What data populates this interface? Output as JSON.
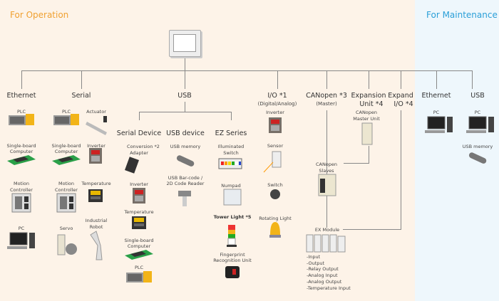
{
  "sections": {
    "operation": "For Operation",
    "maintenance": "For Maintenance",
    "operation_color": "#f0a030",
    "maintenance_color": "#2a9fd8"
  },
  "categories": {
    "ethernet": "Ethernet",
    "serial": "Serial",
    "usb": "USB",
    "io": "I/O *1",
    "io_sub": "(Digital/Analog)",
    "canopen": "CANopen *3",
    "canopen_sub": "(Master)",
    "expansion": "Expansion",
    "expansion_sub": "Unit *4",
    "expand_io": "Expand",
    "expand_io_sub": "I/O *4",
    "m_ethernet": "Ethernet",
    "m_usb": "USB"
  },
  "usb_sub": {
    "serial_device": "Serial Device",
    "usb_device": "USB device",
    "ez_series": "EZ Series"
  },
  "devices": {
    "eth_plc": "PLC",
    "eth_sbc1": "Single-board",
    "eth_sbc2": "Computer",
    "eth_mc1": "Motion",
    "eth_mc2": "Controller",
    "eth_pc": "PC",
    "ser_plc": "PLC",
    "ser_act": "Actuator",
    "ser_sbc1": "Single-board",
    "ser_sbc2": "Computer",
    "ser_inv": "Inverter",
    "ser_mc1": "Motion",
    "ser_mc2": "Controller",
    "ser_temp": "Temperature",
    "ser_servo": "Servo",
    "ser_rob1": "Industrial",
    "ser_rob2": "Robot",
    "sd_conv1": "Conversion *2",
    "sd_conv2": "Adapter",
    "sd_inv": "Inverter",
    "sd_temp": "Temperature",
    "sd_sbc1": "Single-board",
    "sd_sbc2": "Computer",
    "sd_plc": "PLC",
    "ud_mem": "USB memory",
    "ud_bar1": "USB Bar-code /",
    "ud_bar2": "2D Code Reader",
    "ez_sw1": "Illuminated",
    "ez_sw2": "Switch",
    "ez_num": "Numpad",
    "ez_tower": "Tower Light  *5",
    "ez_fp1": "Fingerprint",
    "ez_fp2": "Recognition Unit",
    "io_inv": "Inverter",
    "io_sensor": "Sensor",
    "io_switch": "Switch",
    "io_rot": "Rotating Light",
    "cm1": "CANopen",
    "cm2": "Master Unit",
    "cs1": "CANopen",
    "cs2": "Slaves",
    "ex": "EX Module",
    "m_pc1": "PC",
    "m_pc2": "PC",
    "m_mem": "USB memory"
  },
  "ex_list": [
    "-Input",
    "-Output",
    "-Relay Output",
    "-Analog Input",
    "-Analog Output",
    "-Temperature Input"
  ]
}
